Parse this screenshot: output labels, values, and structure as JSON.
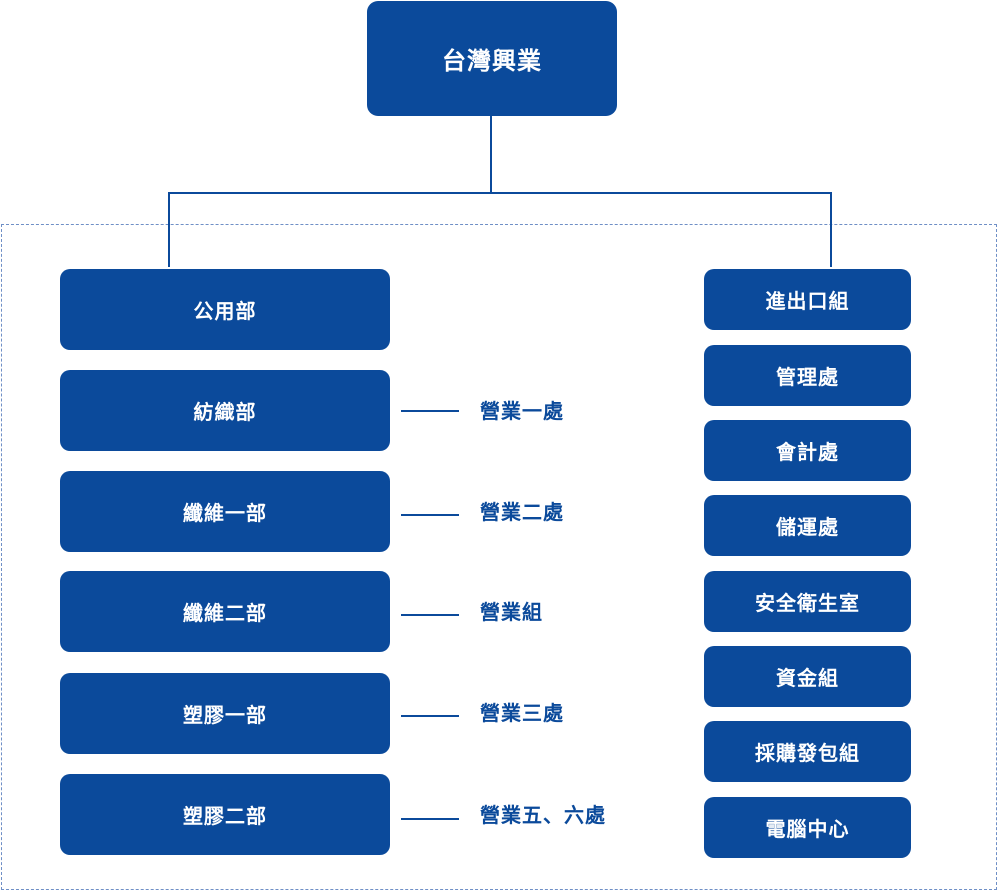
{
  "root": {
    "label": "台灣興業"
  },
  "left_departments": [
    {
      "label": "公用部"
    },
    {
      "label": "紡織部"
    },
    {
      "label": "纖維一部"
    },
    {
      "label": "纖維二部"
    },
    {
      "label": "塑膠一部"
    },
    {
      "label": "塑膠二部"
    }
  ],
  "sales_units": [
    {
      "label": "營業一處"
    },
    {
      "label": "營業二處"
    },
    {
      "label": "營業組"
    },
    {
      "label": "營業三處"
    },
    {
      "label": "營業五、六處"
    }
  ],
  "right_departments": [
    {
      "label": "進出口組"
    },
    {
      "label": "管理處"
    },
    {
      "label": "會計處"
    },
    {
      "label": "儲運處"
    },
    {
      "label": "安全衛生室"
    },
    {
      "label": "資金組"
    },
    {
      "label": "採購發包組"
    },
    {
      "label": "電腦中心"
    }
  ],
  "colors": {
    "box_fill": "#0b4a9b",
    "box_text": "#ffffff",
    "frame_dash": "#6f8fc6"
  }
}
